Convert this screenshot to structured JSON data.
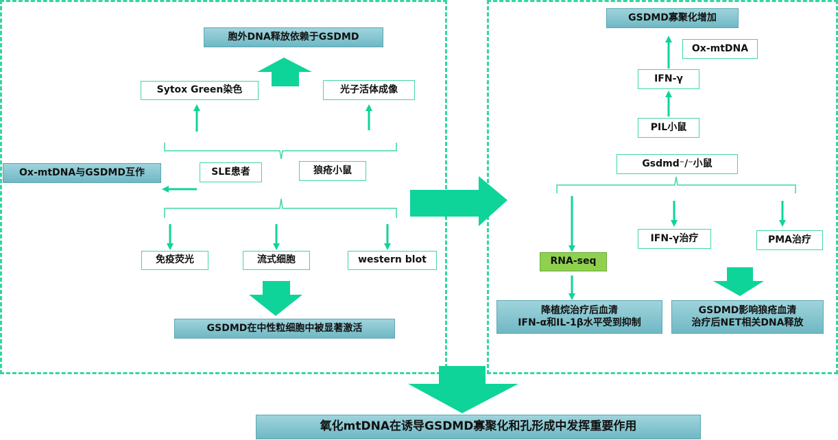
{
  "left": {
    "title": "胞外DNA释放依赖于GSDMD",
    "sytox": "Sytox Green染色",
    "photon": "光子活体成像",
    "sle": "SLE患者",
    "lupus_mouse": "狼疮小鼠",
    "interaction": "Ox-mtDNA与GSDMD互作",
    "immuno": "免疫荧光",
    "flow": "流式细胞",
    "western": "western blot",
    "result": "GSDMD在中性粒细胞中被显著激活"
  },
  "right": {
    "oligo": "GSDMD寡聚化增加",
    "oxmt": "Ox-mtDNA",
    "ifng": "IFN-γ",
    "pil": "PIL小鼠",
    "gsdmd_ko": "Gsdmd⁻/⁻小鼠",
    "rnaseq": "RNA-seq",
    "ifng_treat": "IFN-γ治疗",
    "pma_treat": "PMA治疗",
    "result1_line1": "降植烷治疗后血清",
    "result1_line2": "IFN-α和IL-1β水平受到抑制",
    "result2_line1": "GSDMD影响狼疮血清",
    "result2_line2": "治疗后NET相关DNA释放"
  },
  "conclusion": "氧化mtDNA在诱导GSDMD寡聚化和孔形成中发挥重要作用",
  "colors": {
    "dashed": "#33d6a0",
    "arrow": "#0fd49a",
    "teal": "#7cc2cc",
    "green_box": "#8fd14f",
    "line": "#3fd6a6"
  }
}
